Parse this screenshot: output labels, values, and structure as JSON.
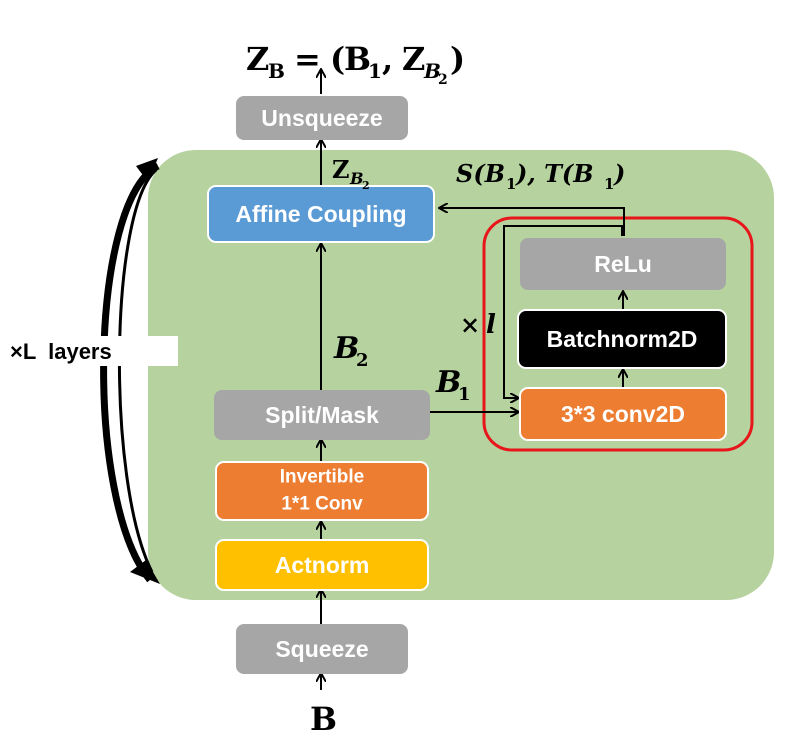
{
  "diagram": {
    "outputs": {
      "zb_symbol": "Z",
      "zb_subscript": "B",
      "zb_equals": "=",
      "zb_open": "(",
      "b1_symbol": "B",
      "b1_subscript": "1",
      "comma": ",",
      "zb2_symbol": "Z",
      "zb2_sub_b": "B",
      "zb2_sub_2": "2",
      "zb_close": ")"
    },
    "blocks": {
      "unsqueeze": "Unsqueeze",
      "affine_coupling": "Affine Coupling",
      "split_mask": "Split/Mask",
      "invertible_line1": "Invertible",
      "invertible_line2": "1*1 Conv",
      "actnorm": "Actnorm",
      "squeeze": "Squeeze",
      "relu": "ReLu",
      "batchnorm": "Batchnorm2D",
      "conv2d": "3*3 conv2D"
    },
    "labels": {
      "zb2_z": "Z",
      "zb2_b": "B",
      "zb2_2": "2",
      "st_text": "S(B",
      "st_sub1": "1",
      "st_mid": "), T(B",
      "st_sub2": "1",
      "st_end": ")",
      "b2_symbol": "B",
      "b2_subscript": "2",
      "b1_symbol": "B",
      "b1_subscript": "1",
      "times_l_prefix": "×",
      "times_l_symbol": "l",
      "layers_label": "×L  layers",
      "input_b": "B"
    },
    "colors": {
      "green_panel": "#B5D29F",
      "gray_block": "#A6A6A6",
      "blue_block": "#5B9BD5",
      "orange_block": "#ED7D31",
      "yellow_block": "#FFC000",
      "black_block": "#000000",
      "red_outline": "#E8151B"
    }
  }
}
